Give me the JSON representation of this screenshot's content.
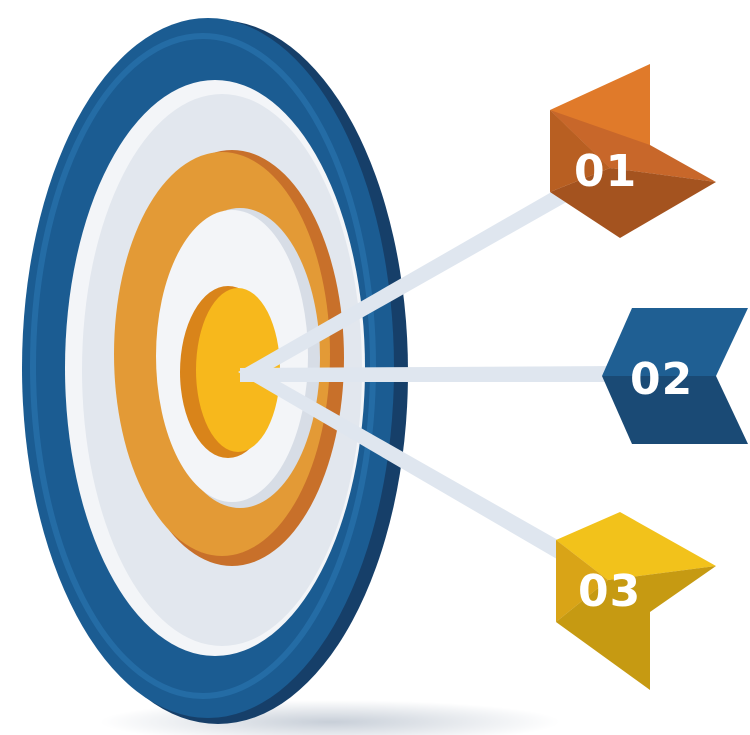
{
  "arrows": [
    {
      "number": "01",
      "color_light": "#e07a2a",
      "color_dark": "#a4531f"
    },
    {
      "number": "02",
      "color_light": "#1f5f93",
      "color_dark": "#1a4a75"
    },
    {
      "number": "03",
      "color_light": "#f2c21b",
      "color_dark": "#c69a12"
    }
  ],
  "target": {
    "outer_ring_color": "#1b5c92",
    "outer_ring_dark": "#163f69",
    "white_ring_color": "#f3f5f8",
    "orange_ring_color": "#e39a36",
    "orange_ring_dark": "#c8702a",
    "bullseye_color": "#f7b81c",
    "bullseye_dark": "#d9841a"
  },
  "shaft_color": "#dfe6ef"
}
